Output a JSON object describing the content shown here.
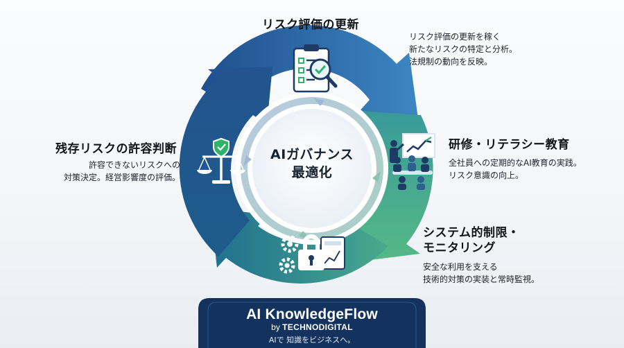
{
  "center": {
    "line1": "AIガバナンス",
    "line2": "最適化"
  },
  "stages": {
    "risk": {
      "title": "リスク評価の更新",
      "desc1": "リスク評価の更新を稼く",
      "desc2": "新たなリスクの特定と分析。",
      "desc3": "法規制の動向を反映。",
      "icon": "clipboard-checklist-magnifier-icon"
    },
    "training": {
      "title": "研修・リテラシー教育",
      "desc1": "全社員への定期的なAI教育の実践。",
      "desc2": "リスク意識の向上。",
      "icon": "presentation-meeting-icon"
    },
    "system": {
      "title1": "システム的制限・",
      "title2": "モニタリング",
      "desc1": "安全な利用を支える",
      "desc2": "技術的対策の実装と常時監視。",
      "icon": "padlock-gears-dashboard-icon"
    },
    "residual": {
      "title": "残存リスクの許容判断",
      "desc1": "許容できないリスクへの",
      "desc2": "対策決定。経営影響度の評価。",
      "icon": "scales-shield-icon"
    }
  },
  "footer": {
    "brand": "AI KnowledgeFlow",
    "by_prefix": "by ",
    "by_company": "TECHNODIGITAL",
    "tagline": "AIで 知識をビジネスへ。"
  },
  "colors": {
    "ring_blue_dark": "#1f4f8c",
    "ring_blue_light": "#3d86c4",
    "ring_green": "#3fae83",
    "ring_teal": "#1f7f94",
    "footer_navy": "#13335e",
    "check_green": "#2fb36a"
  }
}
